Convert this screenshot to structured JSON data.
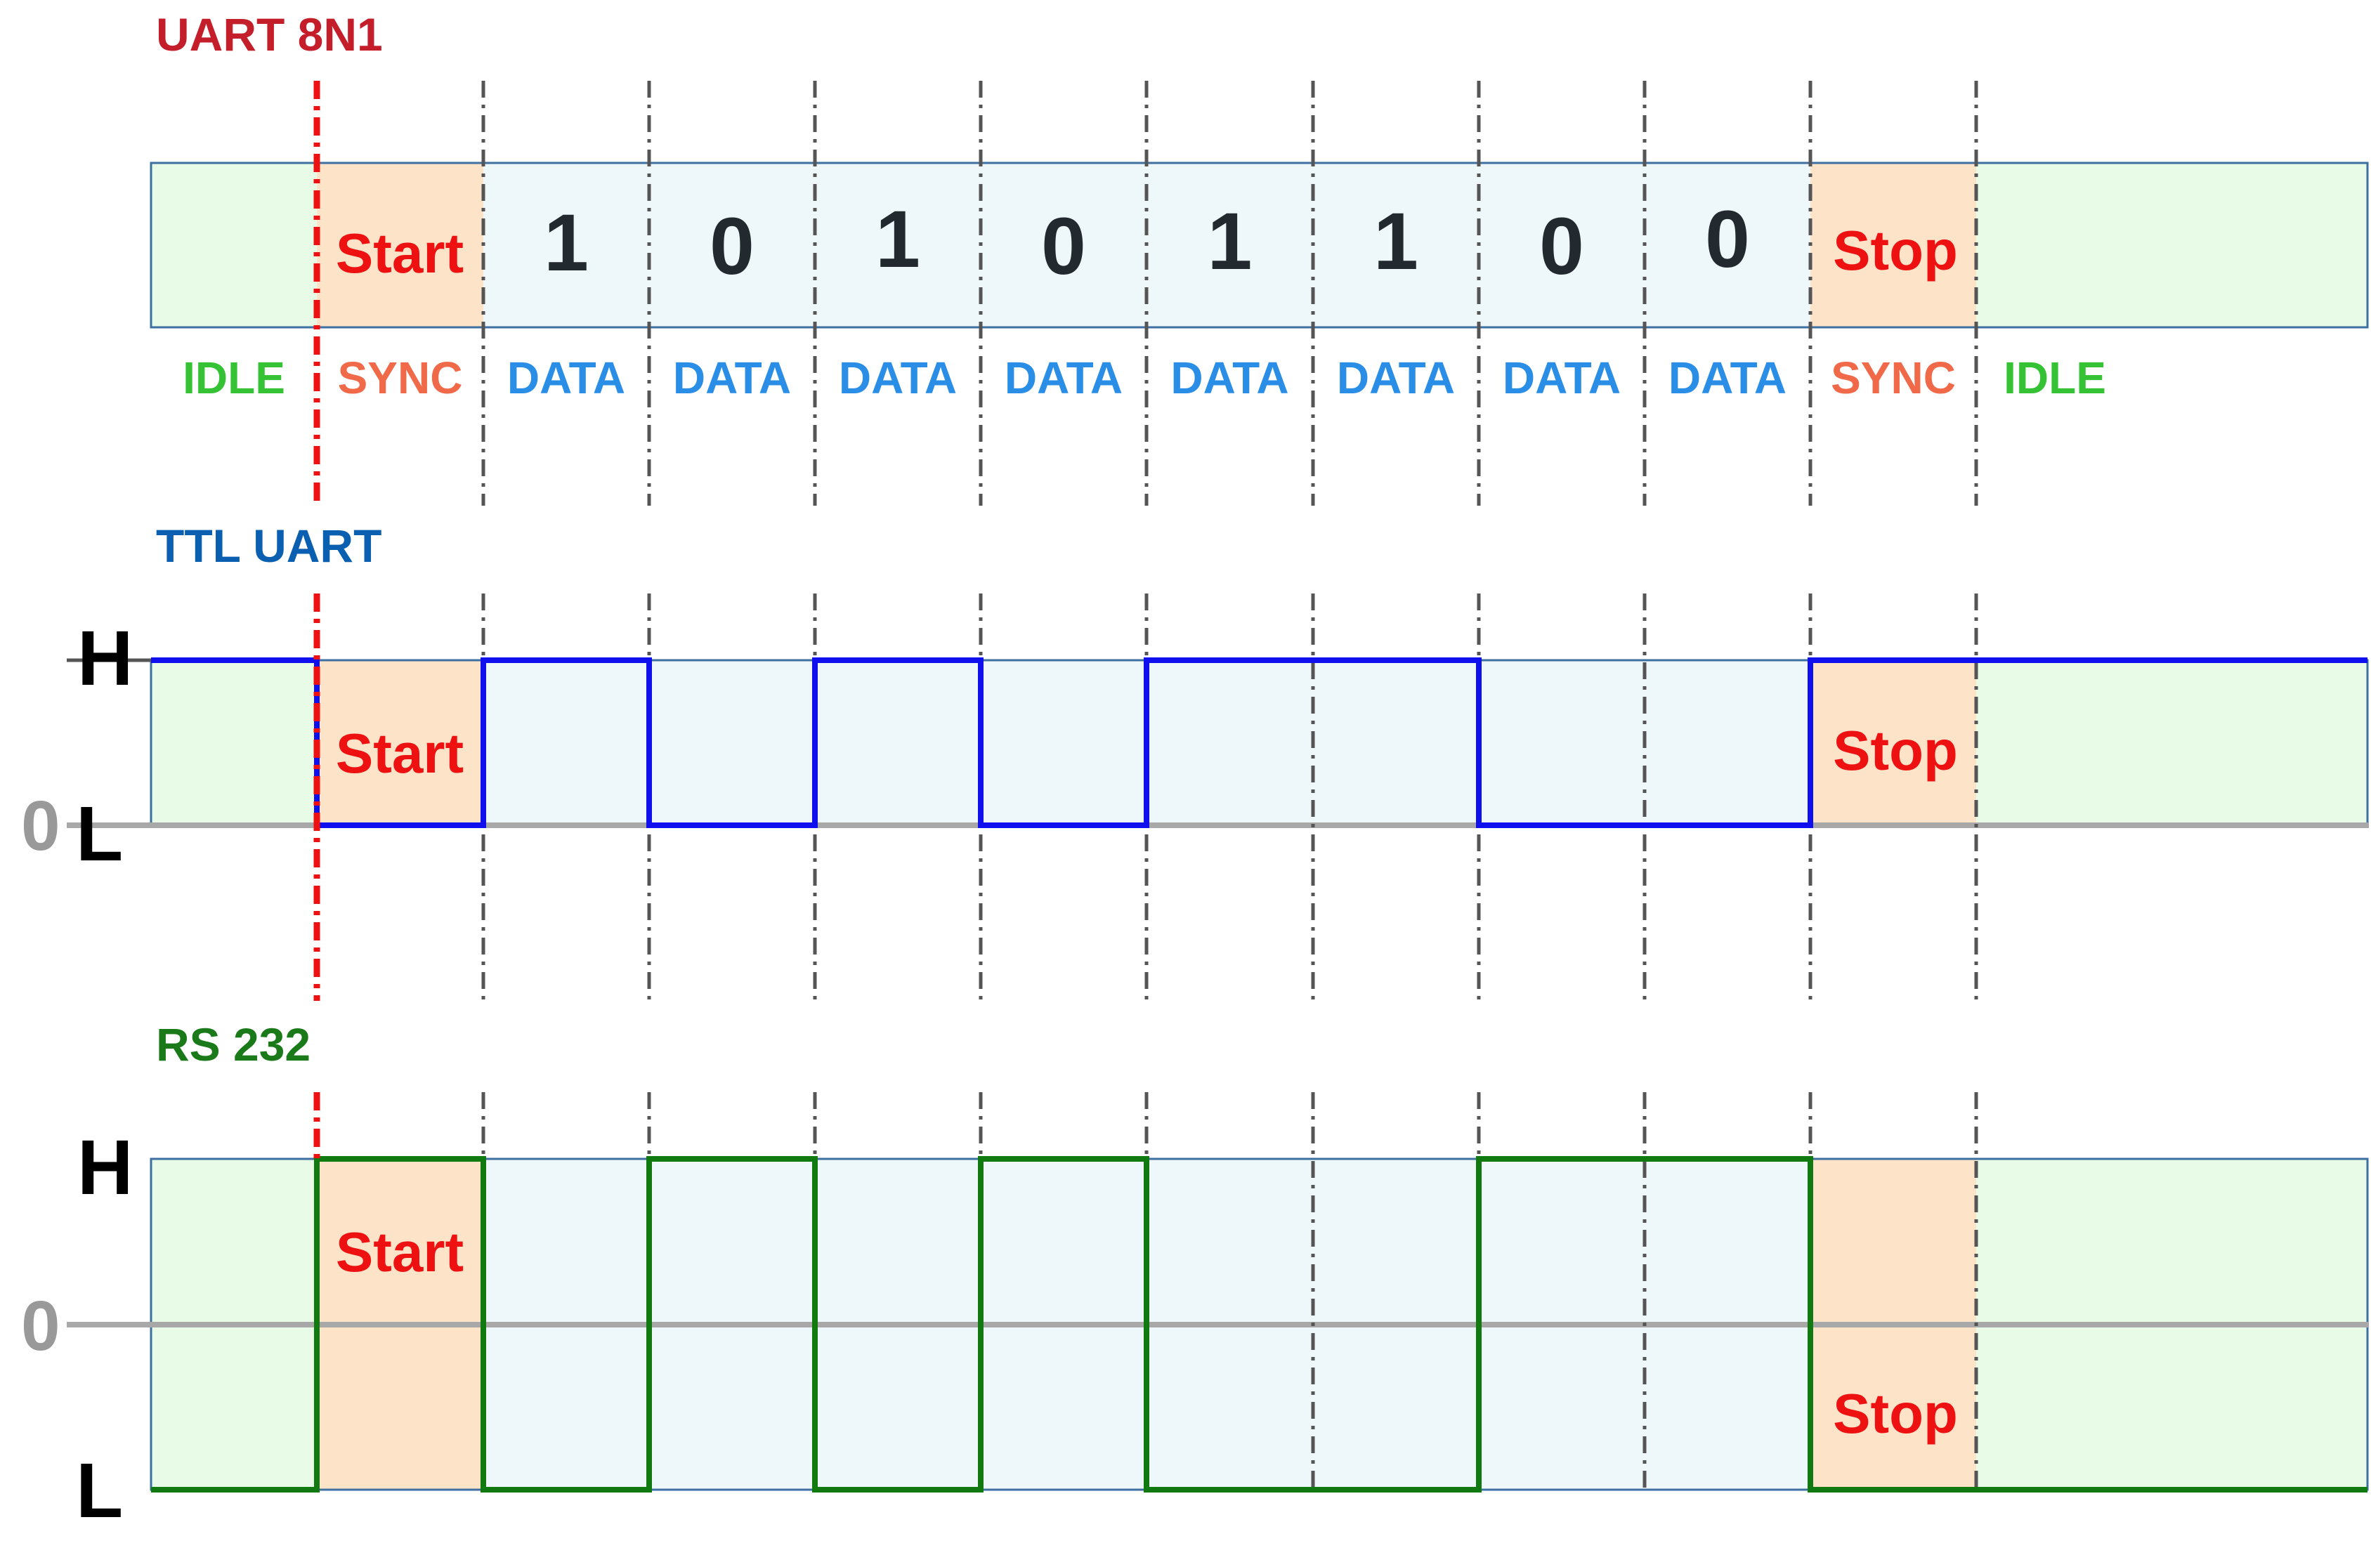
{
  "colors": {
    "idle_fill": "#e8fbe6",
    "sync_fill": "#fde3c8",
    "data_fill": "#eef7fa",
    "box_border": "#3d6fa1",
    "divider": "#555555",
    "start_marker": "#ee1111",
    "ttl_line": "#1010ee",
    "rs232_line": "#107a10",
    "zero_axis": "#a8a8a8",
    "title_uart": "#c41e2a",
    "title_ttl": "#0a5fb0",
    "title_rs232": "#1a7a1a",
    "label_idle": "#35c335",
    "label_sync": "#f06a4a",
    "label_data": "#2a8ee6",
    "label_startstop": "#ee1111",
    "bit_digit": "#222a30",
    "axis_hl": "#000000",
    "axis_zero": "#999999"
  },
  "segments": [
    "IDLE",
    "SYNC",
    "DATA",
    "DATA",
    "DATA",
    "DATA",
    "DATA",
    "DATA",
    "DATA",
    "DATA",
    "SYNC",
    "IDLE"
  ],
  "bits": [
    "1",
    "0",
    "1",
    "0",
    "1",
    "1",
    "0",
    "0"
  ],
  "uart": {
    "title": "UART 8N1",
    "start_label": "Start",
    "stop_label": "Stop"
  },
  "ttl": {
    "title": "TTL UART",
    "start_label": "Start",
    "stop_label": "Stop",
    "axis_high": "H",
    "axis_zero": "0",
    "axis_low": "L",
    "levels": [
      "H",
      "L",
      "H",
      "L",
      "H",
      "L",
      "H",
      "H",
      "L",
      "L",
      "H",
      "H"
    ]
  },
  "rs232": {
    "title": "RS 232",
    "start_label": "Start",
    "stop_label": "Stop",
    "axis_high": "H",
    "axis_zero": "0",
    "axis_low": "L",
    "levels": [
      "L",
      "H",
      "L",
      "H",
      "L",
      "H",
      "L",
      "L",
      "H",
      "H",
      "L",
      "L"
    ]
  }
}
